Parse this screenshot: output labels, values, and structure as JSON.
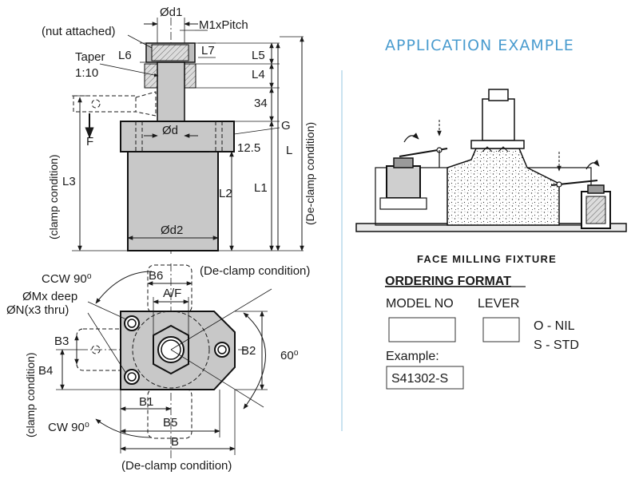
{
  "side_view": {
    "labels": {
      "d1": "Ød1",
      "m1_pitch": "M1xPitch",
      "nut_attached": "(nut attached)",
      "taper": "Taper",
      "taper_ratio": "1:10",
      "l6": "L6",
      "l7": "L7",
      "l5": "L5",
      "l4": "L4",
      "dim_34": "34",
      "g": "G",
      "d": "Ød",
      "dim_12_5": "12.5",
      "l": "L",
      "f": "F",
      "l3": "L3",
      "l2": "L2",
      "l1": "L1",
      "d2": "Ød2",
      "clamp_condition": "(clamp condition)",
      "declamp_condition": "(De-clamp condition)"
    }
  },
  "top_view": {
    "labels": {
      "ccw": "CCW 90⁰",
      "b6": "B6",
      "af": "A/F",
      "declamp_top": "(De-clamp condition)",
      "mx_deep": "ØMx deep",
      "n_thru": "ØN(x3 thru)",
      "b3": "B3",
      "b4": "B4",
      "b2": "B2",
      "angle": "60⁰",
      "clamp_condition": "(clamp condition)",
      "b1": "B1",
      "b5": "B5",
      "cw": "CW 90⁰",
      "b": "B",
      "declamp_bottom": "(De-clamp condition)"
    }
  },
  "application": {
    "title": "APPLICATION EXAMPLE",
    "caption": "FACE MILLING  FIXTURE"
  },
  "ordering": {
    "title": "ORDERING FORMAT",
    "model_no_label": "MODEL NO",
    "lever_label": "LEVER",
    "option_o": "O - NIL",
    "option_s": "S - STD",
    "example_label": "Example:",
    "example_value": "S41302-S"
  },
  "colors": {
    "title_accent": "#4a9ccf",
    "divider": "#b8d8ec",
    "body_fill": "#c8c8c8"
  }
}
